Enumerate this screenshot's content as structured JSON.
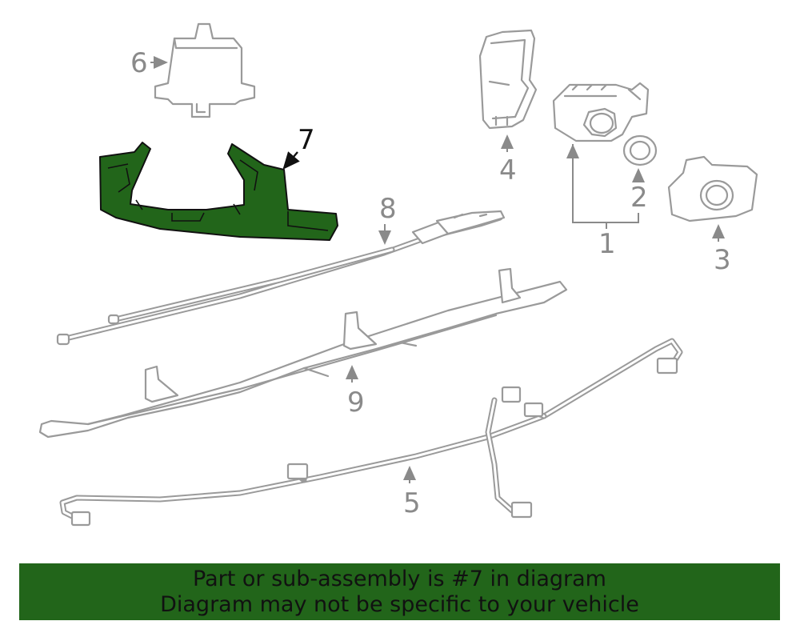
{
  "callouts": {
    "c1": "1",
    "c2": "2",
    "c3": "3",
    "c4": "4",
    "c5": "5",
    "c6": "6",
    "c7": "7",
    "c8": "8",
    "c9": "9"
  },
  "highlight": {
    "part": "7",
    "color": "#22651a"
  },
  "banner": {
    "line1": "Part or sub-assembly is #7 in diagram",
    "line2": "Diagram may not be specific to your vehicle",
    "color": "#22651a"
  }
}
